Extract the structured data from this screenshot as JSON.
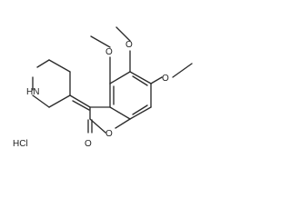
{
  "structure": {
    "atoms": {
      "o_methoxy_top": "O",
      "o_methoxy_mid": "O",
      "o_methoxy_right": "O",
      "o_lactone_ring": "O",
      "o_carbonyl": "O",
      "n_amine": "HN"
    },
    "salt": "HCl"
  },
  "colors": {
    "bond": "#2b2b2b",
    "label": "#222222",
    "background": "#ffffff"
  }
}
